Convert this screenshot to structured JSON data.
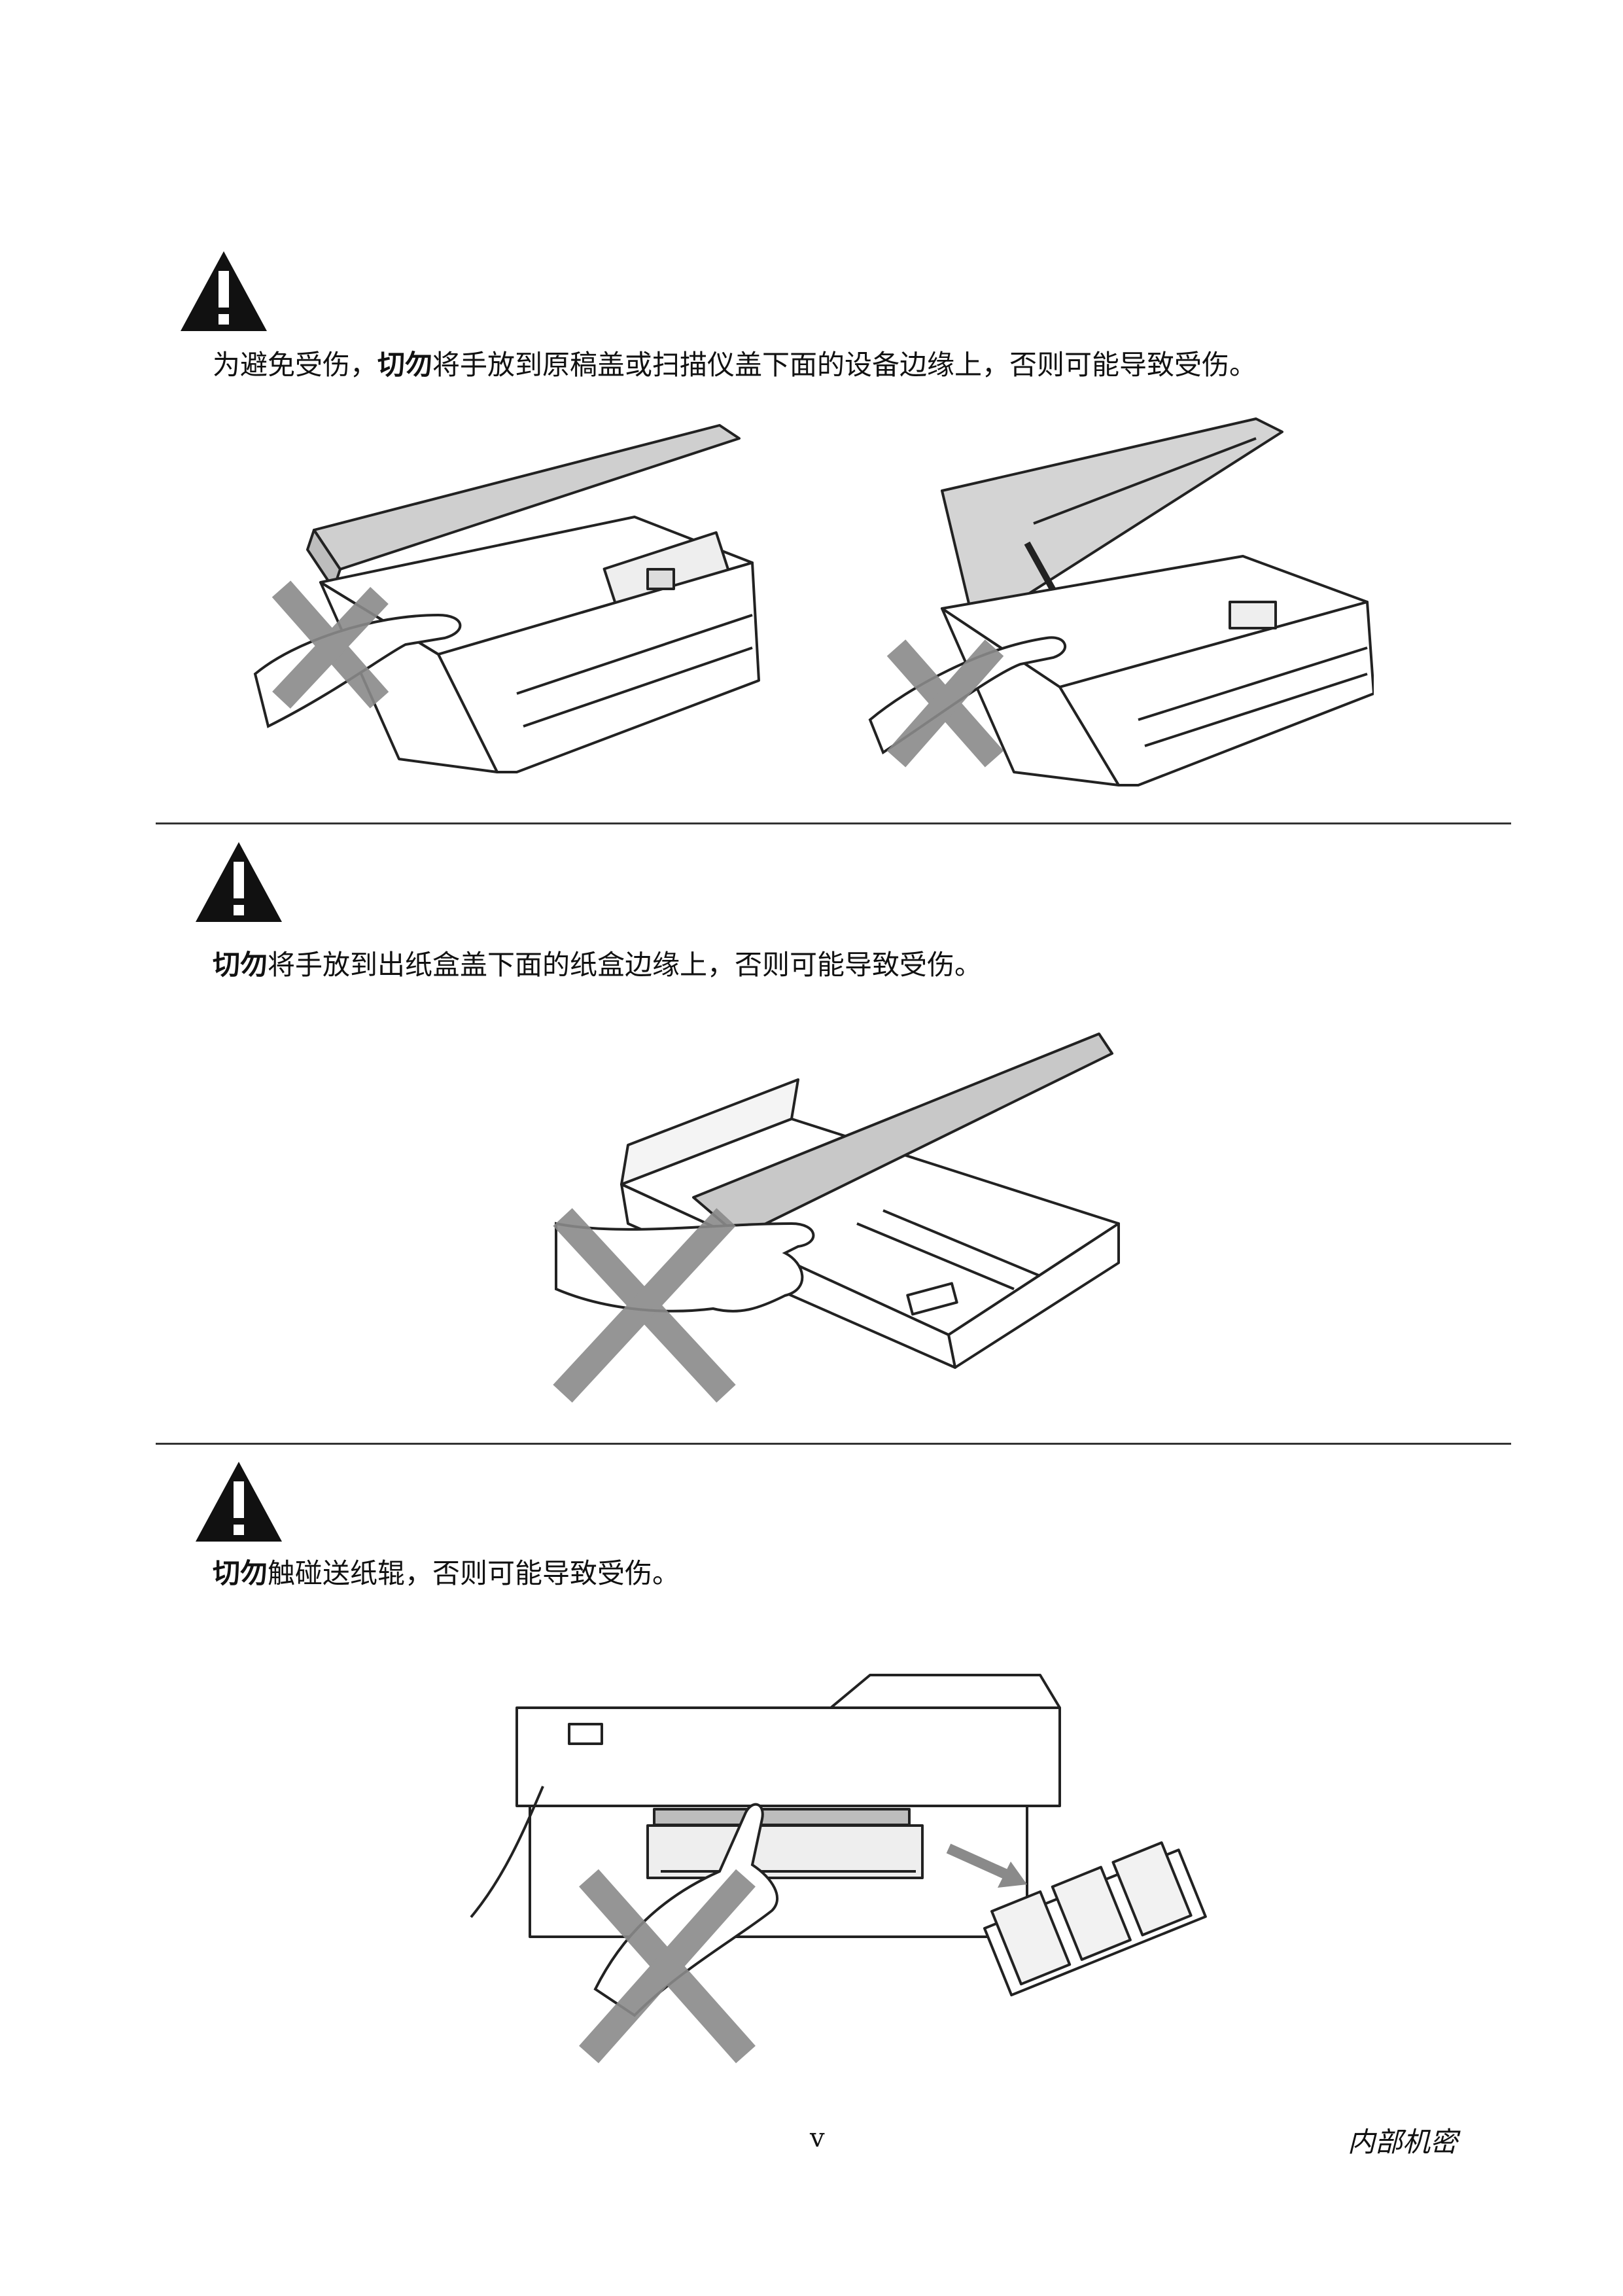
{
  "warnings": [
    {
      "icon": "warning-triangle-icon",
      "bold_prefix": "",
      "text_before": "为避免受伤，",
      "bold": "切勿",
      "text_after": "将手放到原稿盖或扫描仪盖下面的设备边缘上，否则可能导致受伤。"
    },
    {
      "icon": "warning-triangle-icon",
      "bold": "切勿",
      "text_after": "将手放到出纸盒盖下面的纸盒边缘上，否则可能导致受伤。"
    },
    {
      "icon": "warning-triangle-icon",
      "bold": "切勿",
      "text_after": "触碰送纸辊，否则可能导致受伤。"
    }
  ],
  "footer": {
    "page_number": "v",
    "confidential": "内部机密"
  }
}
